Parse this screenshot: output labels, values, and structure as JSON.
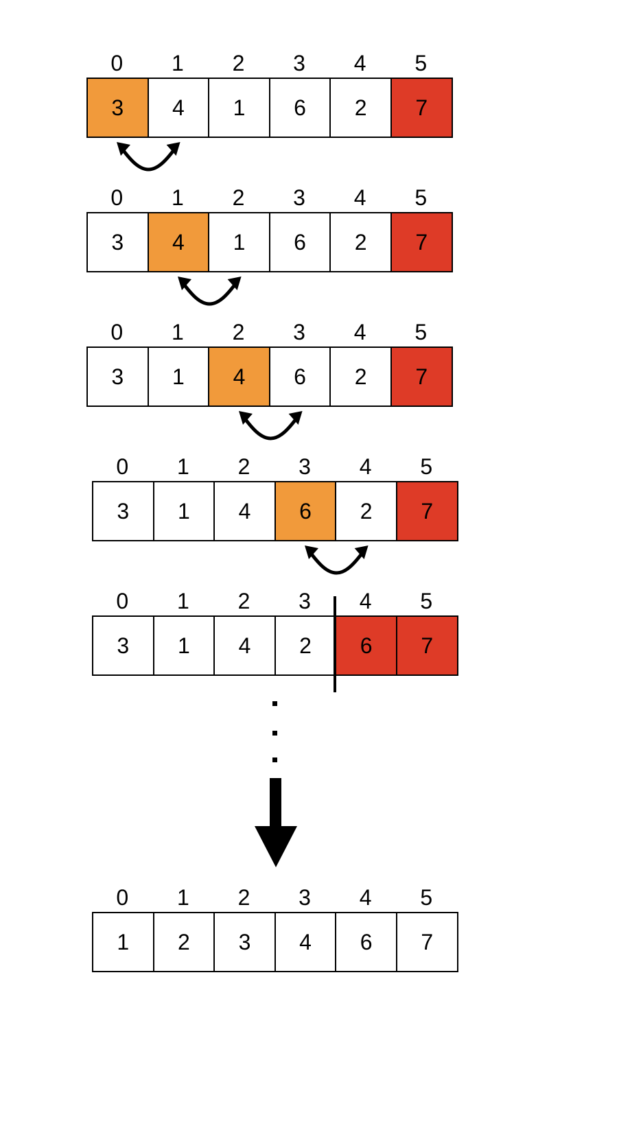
{
  "legend_colors": {
    "current": "#f19a3b",
    "sorted": "#de3b27",
    "default": "#ffffff"
  },
  "steps": [
    {
      "indices": [
        "0",
        "1",
        "2",
        "3",
        "4",
        "5"
      ],
      "values": [
        "3",
        "4",
        "1",
        "6",
        "2",
        "7"
      ],
      "states": [
        "current",
        "default",
        "default",
        "default",
        "default",
        "sorted"
      ],
      "swap_between": [
        0,
        1
      ]
    },
    {
      "indices": [
        "0",
        "1",
        "2",
        "3",
        "4",
        "5"
      ],
      "values": [
        "3",
        "4",
        "1",
        "6",
        "2",
        "7"
      ],
      "states": [
        "default",
        "current",
        "default",
        "default",
        "default",
        "sorted"
      ],
      "swap_between": [
        1,
        2
      ]
    },
    {
      "indices": [
        "0",
        "1",
        "2",
        "3",
        "4",
        "5"
      ],
      "values": [
        "3",
        "1",
        "4",
        "6",
        "2",
        "7"
      ],
      "states": [
        "default",
        "default",
        "current",
        "default",
        "default",
        "sorted"
      ],
      "swap_between": [
        2,
        3
      ]
    },
    {
      "indices": [
        "0",
        "1",
        "2",
        "3",
        "4",
        "5"
      ],
      "values": [
        "3",
        "1",
        "4",
        "6",
        "2",
        "7"
      ],
      "states": [
        "default",
        "default",
        "default",
        "current",
        "default",
        "sorted"
      ],
      "swap_between": [
        3,
        4
      ]
    },
    {
      "indices": [
        "0",
        "1",
        "2",
        "3",
        "4",
        "5"
      ],
      "values": [
        "3",
        "1",
        "4",
        "2",
        "6",
        "7"
      ],
      "states": [
        "default",
        "default",
        "default",
        "default",
        "sorted",
        "sorted"
      ],
      "divider_after": 3
    }
  ],
  "ellipsis": "...",
  "continuation_icon": "down-arrow-icon",
  "final": {
    "indices": [
      "0",
      "1",
      "2",
      "3",
      "4",
      "5"
    ],
    "values": [
      "1",
      "2",
      "3",
      "4",
      "6",
      "7"
    ],
    "states": [
      "default",
      "default",
      "default",
      "default",
      "default",
      "default"
    ]
  }
}
